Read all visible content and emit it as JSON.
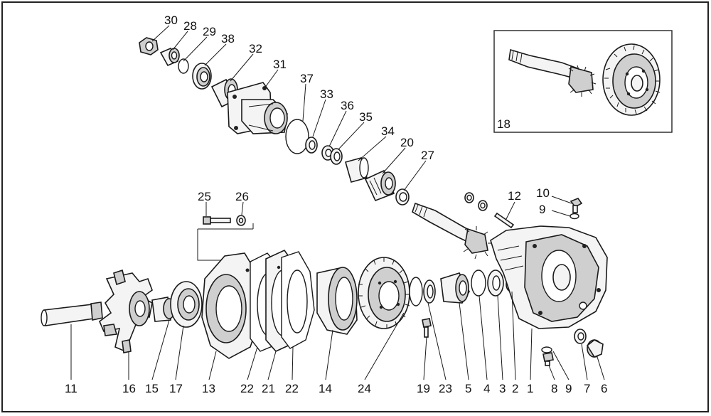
{
  "diagram": {
    "callouts": {
      "c30": "30",
      "c28": "28",
      "c29": "29",
      "c38": "38",
      "c32": "32",
      "c31": "31",
      "c37": "37",
      "c33": "33",
      "c36": "36",
      "c35": "35",
      "c34": "34",
      "c20": "20",
      "c27": "27",
      "c12": "12",
      "c10": "10",
      "c9a": "9",
      "c25": "25",
      "c26": "26",
      "c18": "18",
      "c11": "11",
      "c16": "16",
      "c15": "15",
      "c17": "17",
      "c13": "13",
      "c22a": "22",
      "c21": "21",
      "c22b": "22",
      "c14": "14",
      "c24": "24",
      "c19": "19",
      "c23": "23",
      "c5": "5",
      "c4": "4",
      "c3": "3",
      "c2": "2",
      "c1": "1",
      "c8": "8",
      "c9b": "9",
      "c7": "7",
      "c6": "6"
    }
  }
}
